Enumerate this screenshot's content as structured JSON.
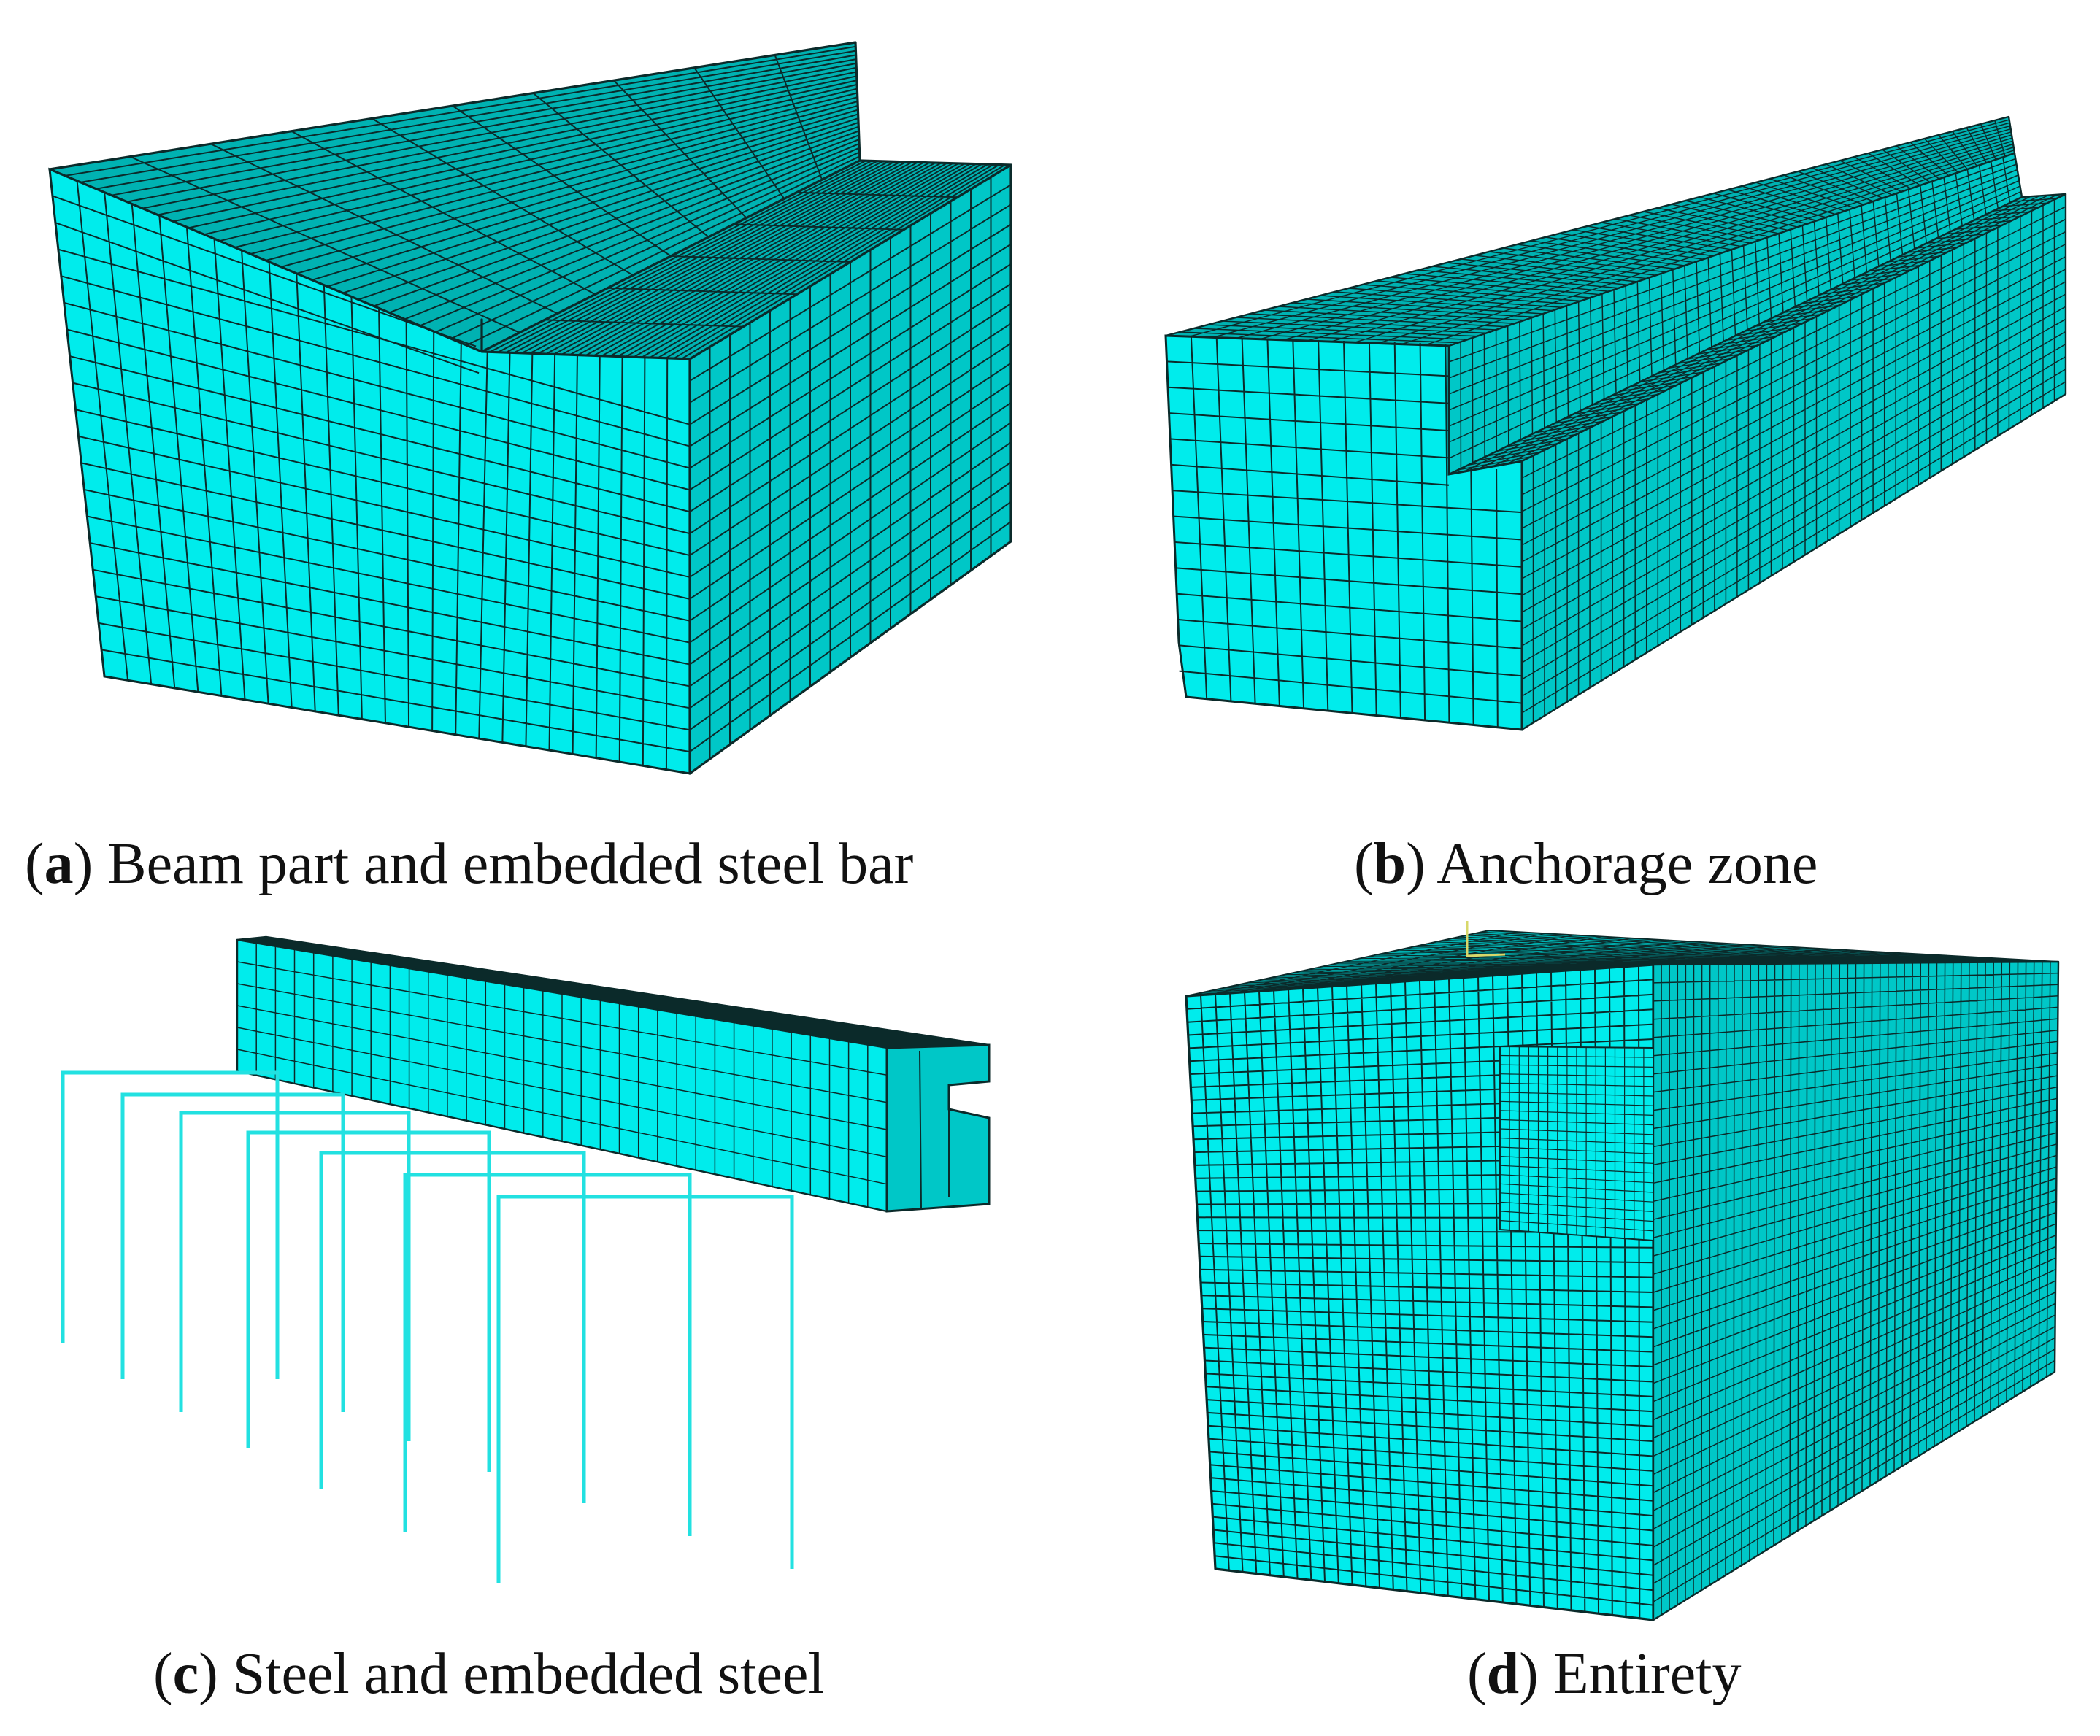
{
  "colors": {
    "mesh_face_front": "#00ecec",
    "mesh_face_side": "#00c7c7",
    "mesh_face_top": "#00b2b2",
    "mesh_line": "#0b2a2a",
    "steel_bar": "#22e1e1",
    "caption_text": "#111111"
  },
  "panels": [
    {
      "id": "a",
      "letter": "a",
      "title": "Beam part and embedded steel bar"
    },
    {
      "id": "b",
      "letter": "b",
      "title": "Anchorage zone"
    },
    {
      "id": "c",
      "letter": "c",
      "title": "Steel and embedded steel"
    },
    {
      "id": "d",
      "letter": "d",
      "title": "Entirety"
    }
  ]
}
